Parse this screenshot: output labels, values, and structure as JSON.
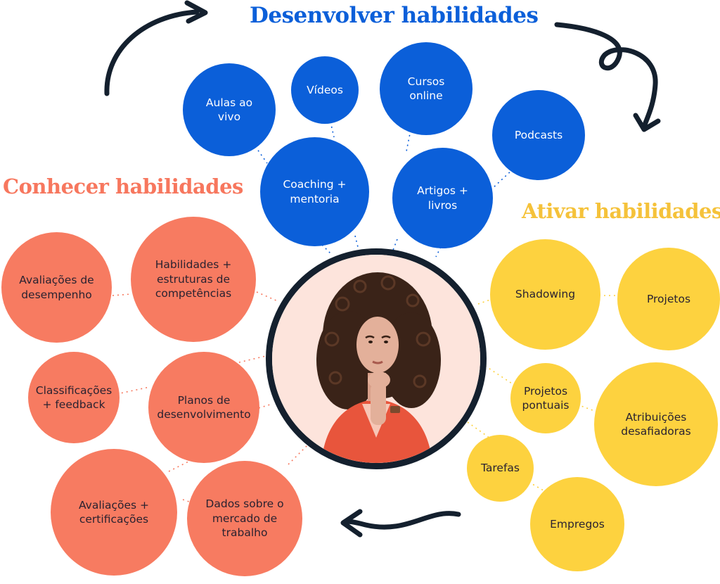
{
  "headings": {
    "develop": "Desenvolver habilidades",
    "know": "Conhecer habilidades",
    "activate": "Ativar habilidades"
  },
  "develop_items": {
    "live_classes": "Aulas ao\nvivo",
    "videos": "Vídeos",
    "online_courses": "Cursos\nonline",
    "podcasts": "Podcasts",
    "coaching": "Coaching +\nmentoria",
    "articles": "Artigos +\nlivros"
  },
  "know_items": {
    "performance_reviews": "Avaliações de\ndesempenho",
    "skill_frameworks": "Habilidades +\nestruturas de\ncompetências",
    "ratings": "Classificações\n+ feedback",
    "development_plans": "Planos de\ndesenvolvimento",
    "assessments": "Avaliações +\ncertificações",
    "labor_market": "Dados sobre o\nmercado de\ntrabalho"
  },
  "activate_items": {
    "shadowing": "Shadowing",
    "projects": "Projetos",
    "gigs": "Projetos\npontuais",
    "stretch": "Atribuições\ndesafiadoras",
    "tasks": "Tarefas",
    "jobs": "Empregos"
  },
  "colors": {
    "develop": "#0b5fd9",
    "know": "#f77b61",
    "activate": "#fdd23f",
    "arrow": "#14202e"
  }
}
